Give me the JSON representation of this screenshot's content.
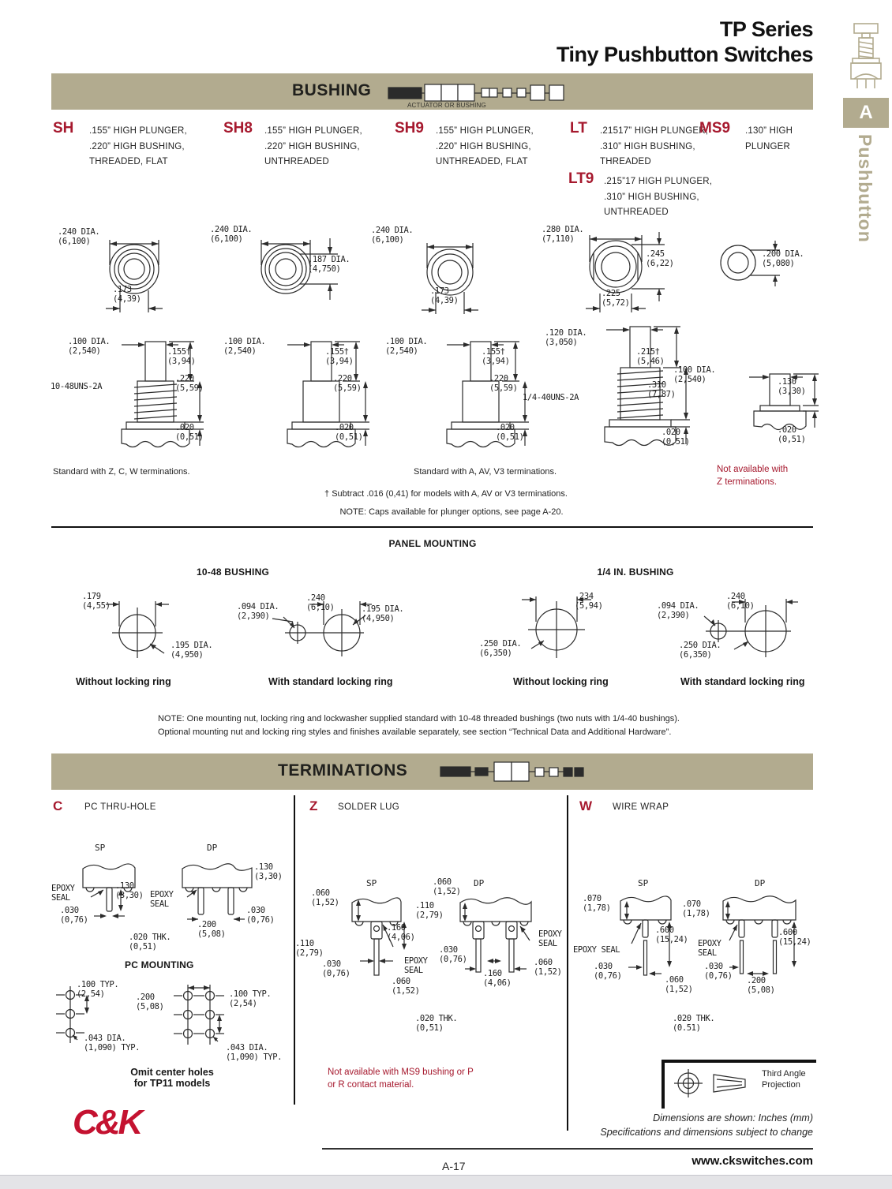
{
  "header": {
    "title1": "TP Series",
    "title2": "Tiny Pushbutton Switches",
    "tab": "A",
    "side_label": "Pushbutton"
  },
  "bushing": {
    "bar_label": "BUSHING",
    "pn_caption": "ACTUATOR OR BUSHING",
    "options": [
      {
        "code": "SH",
        "desc": ".155” HIGH PLUNGER,\n.220” HIGH BUSHING,\nTHREADED, FLAT"
      },
      {
        "code": "SH8",
        "desc": ".155” HIGH PLUNGER,\n.220” HIGH BUSHING,\nUNTHREADED"
      },
      {
        "code": "SH9",
        "desc": ".155” HIGH PLUNGER,\n.220” HIGH BUSHING,\nUNTHREADED, FLAT"
      },
      {
        "code": "LT",
        "desc": ".21517” HIGH PLUNGER,\n.310” HIGH BUSHING,\nTHREADED"
      },
      {
        "code": "MS9",
        "desc": ".130” HIGH\nPLUNGER"
      },
      {
        "code": "LT9",
        "desc": ".215”17 HIGH PLUNGER,\n.310” HIGH BUSHING,\nUNTHREADED"
      }
    ],
    "top": {
      "sh": {
        "d1": ".240 DIA.\n(6,100)",
        "d2": ".173\n(4,39)"
      },
      "sh8": {
        "d1": ".240 DIA.\n(6,100)",
        "d2": ".187 DIA.\n(4,750)"
      },
      "sh9": {
        "d1": ".240 DIA.\n(6,100)",
        "d2": ".173\n(4,39)"
      },
      "lt": {
        "d1": ".280 DIA.\n(7,110)",
        "d2": ".245\n(6,22)",
        "d3": ".225\n(5,72)"
      },
      "ms9": {
        "d1": ".200 DIA.\n(5,080)"
      }
    },
    "side": {
      "sh": {
        "thread": "10-48UNS-2A",
        "d1": ".100 DIA.\n(2,540)",
        "d2": ".155†\n(3,94)",
        "d3": ".220\n(5,59)",
        "d4": ".020\n(0,51)"
      },
      "sh8": {
        "d1": ".100 DIA.\n(2,540)",
        "d2": ".155†\n(3,94)",
        "d3": ".220\n(5,59)",
        "d4": ".020\n(0,51)"
      },
      "sh9": {
        "d1": ".100 DIA.\n(2,540)",
        "d2": ".155†\n(3,94)",
        "d3": ".220\n(5,59)",
        "d4": ".020\n(0,51)"
      },
      "lt": {
        "thread": "1/4-40UNS-2A",
        "d1": ".120 DIA.\n(3,050)",
        "d2": ".215†\n(5,46)",
        "d3": ".310\n(7,87)",
        "d4": ".020\n(0,51)"
      },
      "ms9": {
        "d1": ".100 DIA.\n(2,540)",
        "d2": ".130\n(3,30)",
        "d3": ".020\n(0,51)"
      }
    },
    "notes": {
      "std_zcw": "Standard with Z, C, W terminations.",
      "std_aavv3": "Standard with A, AV, V3 terminations.",
      "not_avail": "Not available with\nZ terminations.",
      "dagger_note": "† Subtract .016 (0,41) for models with A, AV or V3 terminations.",
      "caps_note": "NOTE: Caps available for plunger options, see page A-20."
    }
  },
  "panel_mounting": {
    "title": "PANEL MOUNTING",
    "sub1": "10-48 BUSHING",
    "sub2": "1/4 IN. BUSHING",
    "a": {
      "d1": ".179\n(4,55)",
      "d2": ".195 DIA.\n(4,950)",
      "caption": "Without locking ring"
    },
    "b": {
      "d1": ".240\n(6,10)",
      "d2": ".094 DIA.\n(2,390)",
      "d3": ".195 DIA.\n(4,950)",
      "caption": "With standard locking ring"
    },
    "c": {
      "d1": ".234\n(5,94)",
      "d2": ".250 DIA.\n(6,350)",
      "caption": "Without locking ring"
    },
    "d": {
      "d1": ".240\n(6,10)",
      "d2": ".094 DIA.\n(2,390)",
      "d3": ".250 DIA.\n(6,350)",
      "caption": "With standard locking ring"
    },
    "note_line1": "NOTE: One mounting nut, locking ring and lockwasher supplied standard with 10-48 threaded bushings (two nuts with 1/4-40 bushings).",
    "note_line2": "Optional mounting nut and locking ring styles and finishes available separately, see section “Technical Data and Additional Hardware”."
  },
  "terminations": {
    "bar_label": "TERMINATIONS",
    "c": {
      "code": "C",
      "name": "PC THRU-HOLE",
      "sp_label": "SP",
      "dp_label": "DP",
      "sp": {
        "epoxy": "EPOXY\nSEAL",
        "d1": ".130\n(3,30)",
        "d2": ".030\n(0,76)"
      },
      "dp": {
        "epoxy": "EPOXY\nSEAL",
        "d1": ".130\n(3,30)",
        "d2": ".030\n(0,76)",
        "d3": ".200\n(5,08)"
      },
      "thk": ".020 THK.\n(0,51)",
      "pc_mounting": "PC MOUNTING",
      "pcm_left": {
        "d1": ".100 TYP.\n(2,54)",
        "d2": ".043 DIA.\n(1,090) TYP."
      },
      "pcm_right": {
        "d1": ".200\n(5,08)",
        "d2": ".100 TYP.\n(2,54)",
        "d3": ".043 DIA.\n(1,090) TYP."
      },
      "omit_note": "Omit center holes\nfor TP11 models"
    },
    "z": {
      "code": "Z",
      "name": "SOLDER LUG",
      "sp_label": "SP",
      "dp_label": "DP",
      "sp": {
        "d1": ".060\n(1,52)",
        "d2": ".110\n(2,79)",
        "d3": ".160\n(4,06)",
        "d4": ".030\n(0,76)",
        "d5": ".060\n(1,52)",
        "epoxy": "EPOXY\nSEAL"
      },
      "dp": {
        "d1": ".060\n(1,52)",
        "d2": ".110\n(2,79)",
        "d3": ".030\n(0,76)",
        "d4": ".160\n(4,06)",
        "d5": ".060\n(1,52)",
        "epoxy": "EPOXY\nSEAL"
      },
      "thk": ".020 THK.\n(0,51)",
      "note": "Not available with MS9 bushing or P\nor R contact material."
    },
    "w": {
      "code": "W",
      "name": "WIRE WRAP",
      "sp_label": "SP",
      "dp_label": "DP",
      "sp": {
        "d1": ".070\n(1,78)",
        "d2": ".600\n(15,24)",
        "epoxy": "EPOXY SEAL",
        "d3": ".030\n(0,76)",
        "d4": ".060\n(1,52)"
      },
      "dp": {
        "d1": ".070\n(1,78)",
        "d2": ".600\n(15,24)",
        "epoxy": "EPOXY\nSEAL",
        "d3": ".030\n(0,76)",
        "d4": ".200\n(5,08)"
      },
      "thk": ".020 THK.\n(0.51)"
    },
    "projection_label": "Third Angle\nProjection"
  },
  "footer": {
    "logo": "C&K",
    "dim_note1": "Dimensions are shown: Inches (mm)",
    "dim_note2": "Specifications and dimensions subject to change",
    "page_num": "A-17",
    "website": "www.ckswitches.com"
  },
  "colors": {
    "accent_tan": "#b2ab8f",
    "brand_red": "#a6192e",
    "logo_red": "#c41230"
  }
}
